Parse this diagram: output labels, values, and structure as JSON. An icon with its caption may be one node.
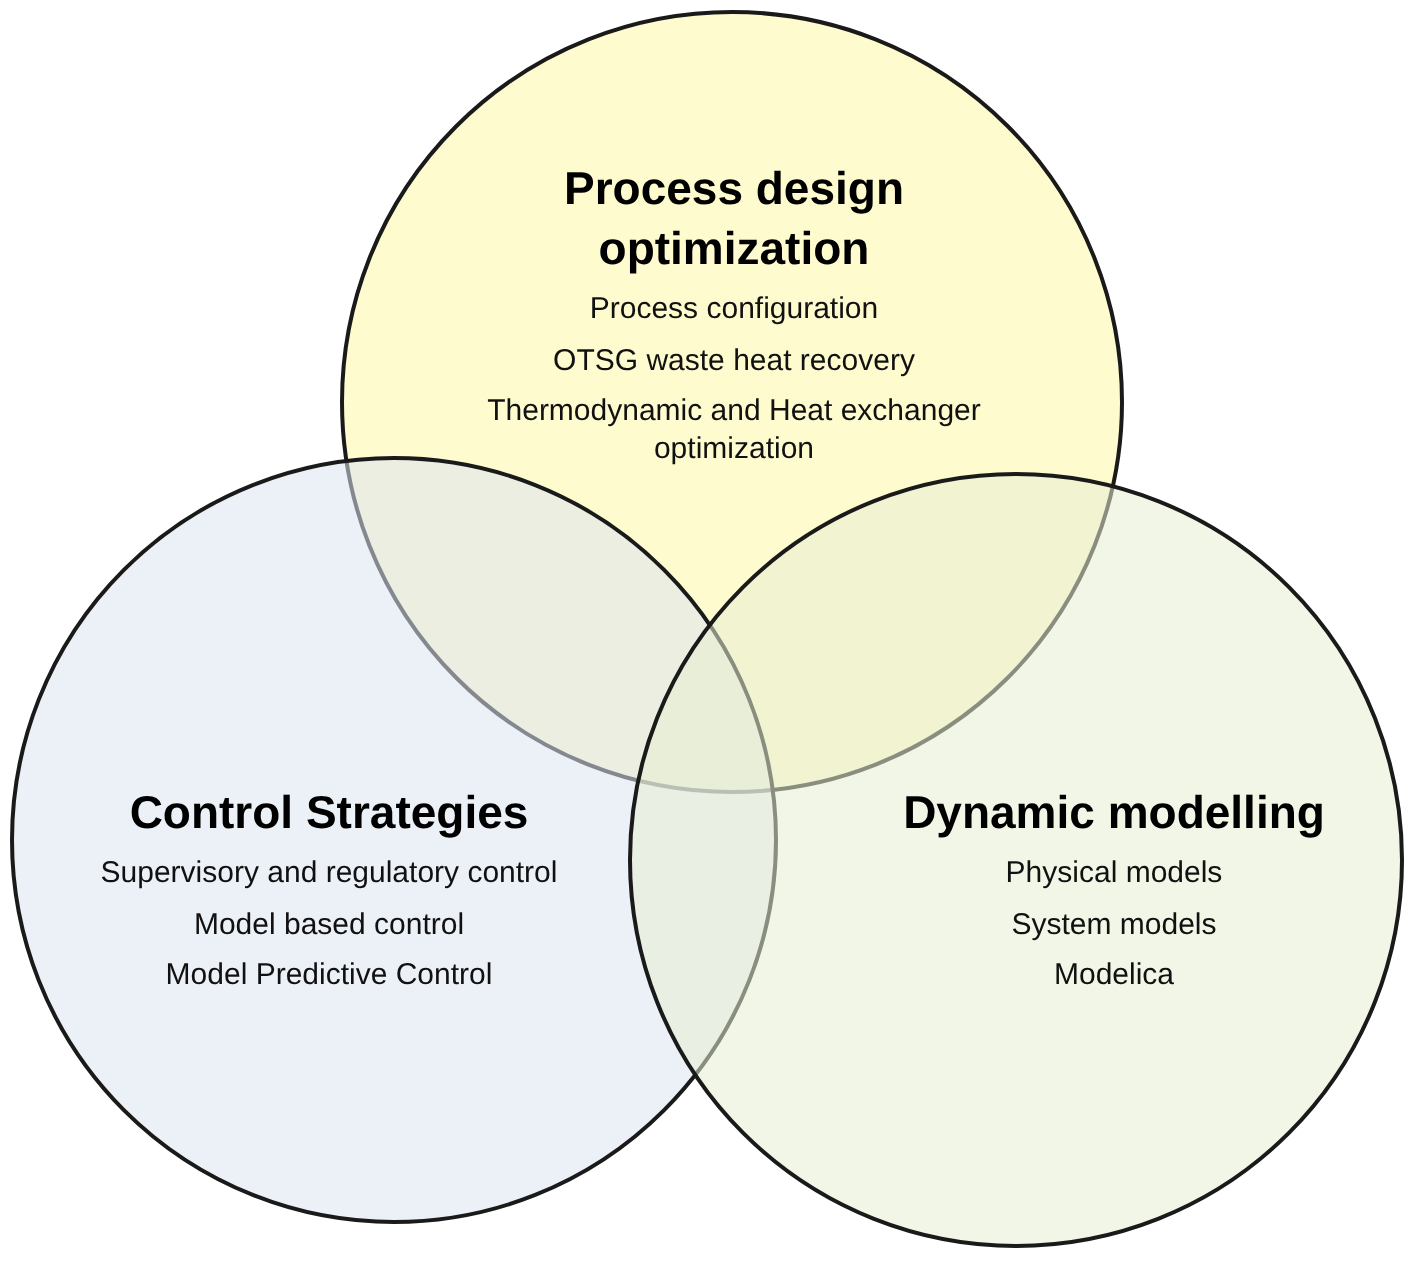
{
  "diagram": {
    "nodes": [
      {
        "text": [
          "Process design optimization",
          "Process configuration",
          "OTSG waste heat recovery",
          "Thermodynamic and Heat exchanger optimization"
        ]
      },
      {
        "text": [
          "Control Strategies",
          "Supervisory and regulatory control",
          "Model based control",
          "Model Predictive Control"
        ]
      },
      {
        "text": [
          "Dynamic modelling",
          "Physical models",
          "System models",
          "Modelica"
        ]
      }
    ]
  }
}
